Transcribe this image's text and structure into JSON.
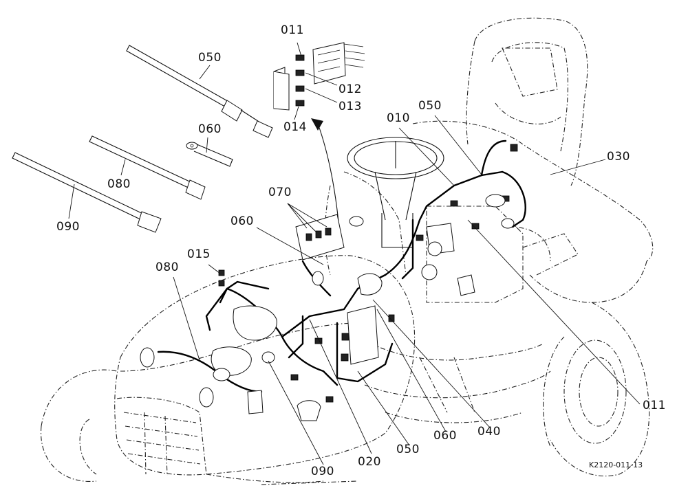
{
  "diagram_ref": "K2120-011-13",
  "callouts": {
    "c011_top": "011",
    "c012": "012",
    "c013": "013",
    "c014": "014",
    "c050_tie": "050",
    "c060_tie": "060",
    "c080_tie": "080",
    "c090_tie": "090",
    "c070": "070",
    "c060_main": "060",
    "c015": "015",
    "c080_main": "080",
    "c010": "010",
    "c050_right": "050",
    "c030": "030",
    "c011_right": "011",
    "c040": "040",
    "c060_bottom": "060",
    "c050_bottom": "050",
    "c020": "020",
    "c090_bottom": "090"
  }
}
